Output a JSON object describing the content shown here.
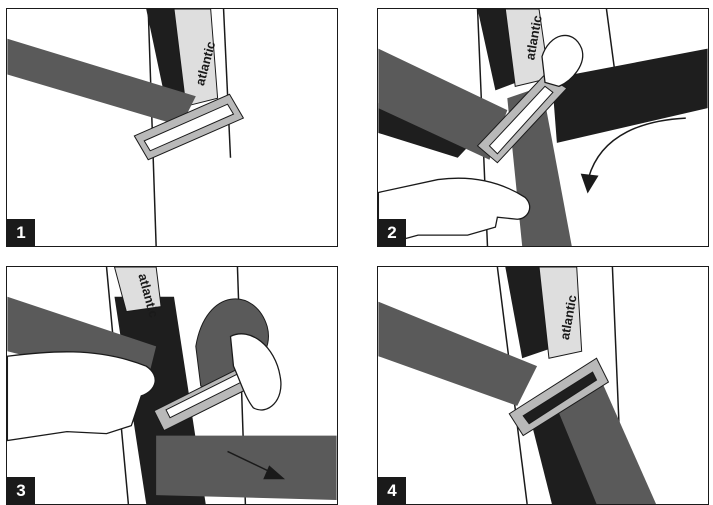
{
  "colors": {
    "belt_dark": "#1e1e1e",
    "belt_medium": "#5a5a5a",
    "buckle_gray": "#b9b9b9",
    "tab_light": "#dedede",
    "outline": "#1a1a1a",
    "background": "#ffffff"
  },
  "brand": "atlantic",
  "panels": [
    {
      "step": "1"
    },
    {
      "step": "2"
    },
    {
      "step": "3"
    },
    {
      "step": "4"
    }
  ]
}
